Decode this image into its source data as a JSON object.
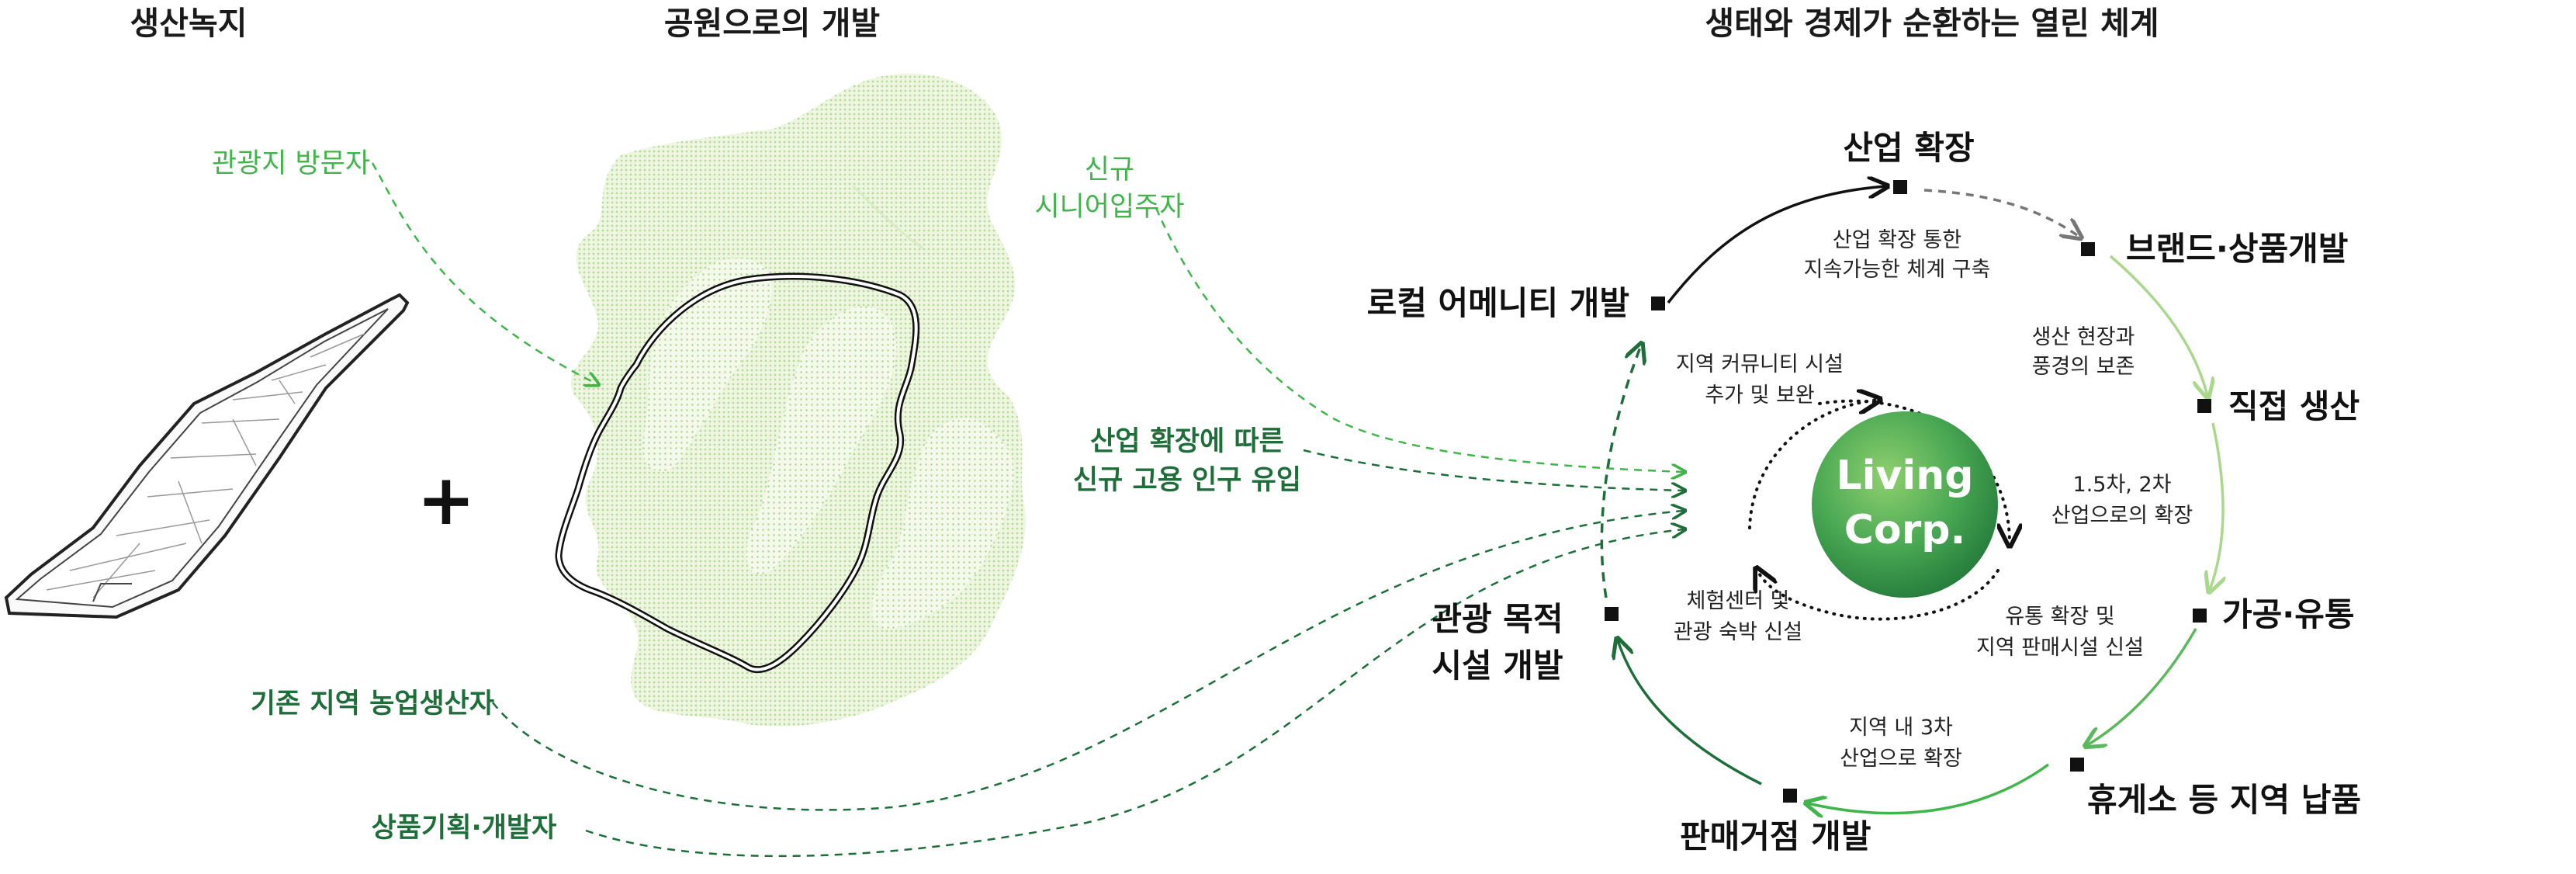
{
  "titles": {
    "production_green": "생산녹지",
    "park_development": "공원으로의 개발",
    "open_system": "생태와 경제가 순환하는 열린 체계"
  },
  "plus_sign": "+",
  "actors": {
    "tourist": "관광지 방문자",
    "new_senior": [
      "신규",
      "시니어입주자"
    ],
    "new_employment": [
      "산업 확장에 따른",
      "신규 고용 인구 유입"
    ],
    "local_farmers": "기존 지역 농업생산자",
    "product_developers": "상품기획·개발자"
  },
  "cycle": {
    "center": [
      "Living",
      "Corp."
    ],
    "nodes": [
      {
        "label": [
          "산업 확장"
        ]
      },
      {
        "label": [
          "브랜드·상품개발"
        ]
      },
      {
        "label": [
          "직접 생산"
        ]
      },
      {
        "label": [
          "가공·유통"
        ]
      },
      {
        "label": [
          "휴게소 등 지역 납품"
        ]
      },
      {
        "label": [
          "판매거점 개발"
        ]
      },
      {
        "label": [
          "관광 목적",
          "시설 개발"
        ]
      },
      {
        "label": [
          "로컬 어메니티 개발"
        ]
      }
    ],
    "descriptions": [
      [
        "산업 확장 통한",
        "지속가능한 체계 구축"
      ],
      [
        "생산 현장과",
        "풍경의 보존"
      ],
      [
        "1.5차, 2차",
        "산업으로의 확장"
      ],
      [
        "유통 확장 및",
        "지역 판매시설 신설"
      ],
      [
        "지역 내 3차",
        "산업으로 확장"
      ],
      [
        "체험센터 및",
        "관광 숙박 신설"
      ],
      [
        "지역 커뮤니티 시설",
        "추가 및 보완"
      ]
    ]
  },
  "colors": {
    "light_green": "#a9d88c",
    "mid_green": "#5cb85c",
    "dark_green": "#1e6e3a",
    "accent_green": "#3fb54a",
    "black": "#111111",
    "gray_arrow": "#777777"
  }
}
